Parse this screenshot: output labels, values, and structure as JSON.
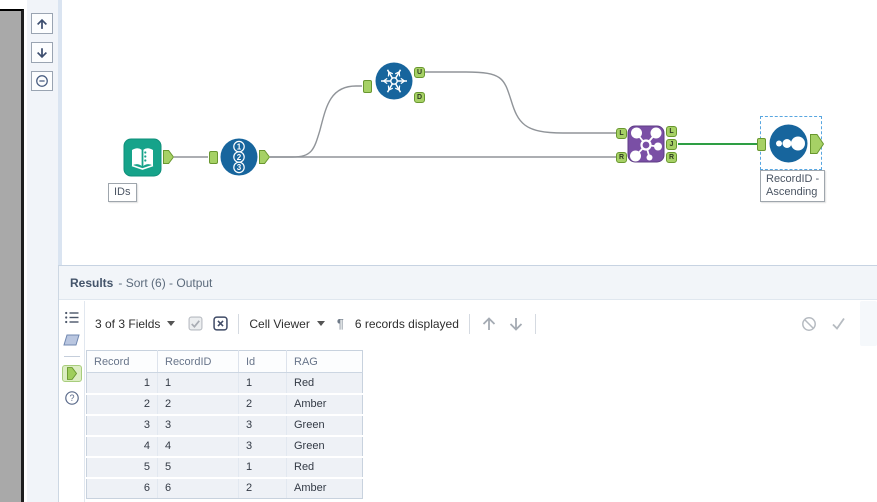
{
  "canvas": {
    "input_label": "IDs",
    "sort_label": [
      "RecordID -",
      "Ascending"
    ],
    "anchors": {
      "u": "U",
      "d": "D",
      "l": "L",
      "j": "J",
      "r": "R"
    }
  },
  "icons": {
    "help": "?",
    "pilcrow": "¶"
  },
  "results": {
    "title": "Results",
    "subtitle": "- Sort (6) - Output",
    "toolbar": {
      "fields": "3 of 3 Fields",
      "cell_viewer": "Cell Viewer",
      "records": "6 records displayed"
    },
    "table": {
      "columns": [
        "Record",
        "RecordID",
        "Id",
        "RAG"
      ],
      "rows": [
        [
          "1",
          "1",
          "1",
          "Red"
        ],
        [
          "2",
          "2",
          "2",
          "Amber"
        ],
        [
          "3",
          "3",
          "3",
          "Green"
        ],
        [
          "4",
          "4",
          "3",
          "Green"
        ],
        [
          "5",
          "5",
          "1",
          "Red"
        ],
        [
          "6",
          "6",
          "2",
          "Amber"
        ]
      ]
    }
  },
  "colors": {
    "tool_blue": "#17659d",
    "tool_teal": "#16a38a",
    "tool_purple": "#7a4fa5",
    "anchor_green": "#a6d165",
    "anchor_border": "#69972f",
    "wire_gray": "#909499",
    "wire_green": "#2e9e44",
    "selection_blue": "#58a6e0"
  }
}
